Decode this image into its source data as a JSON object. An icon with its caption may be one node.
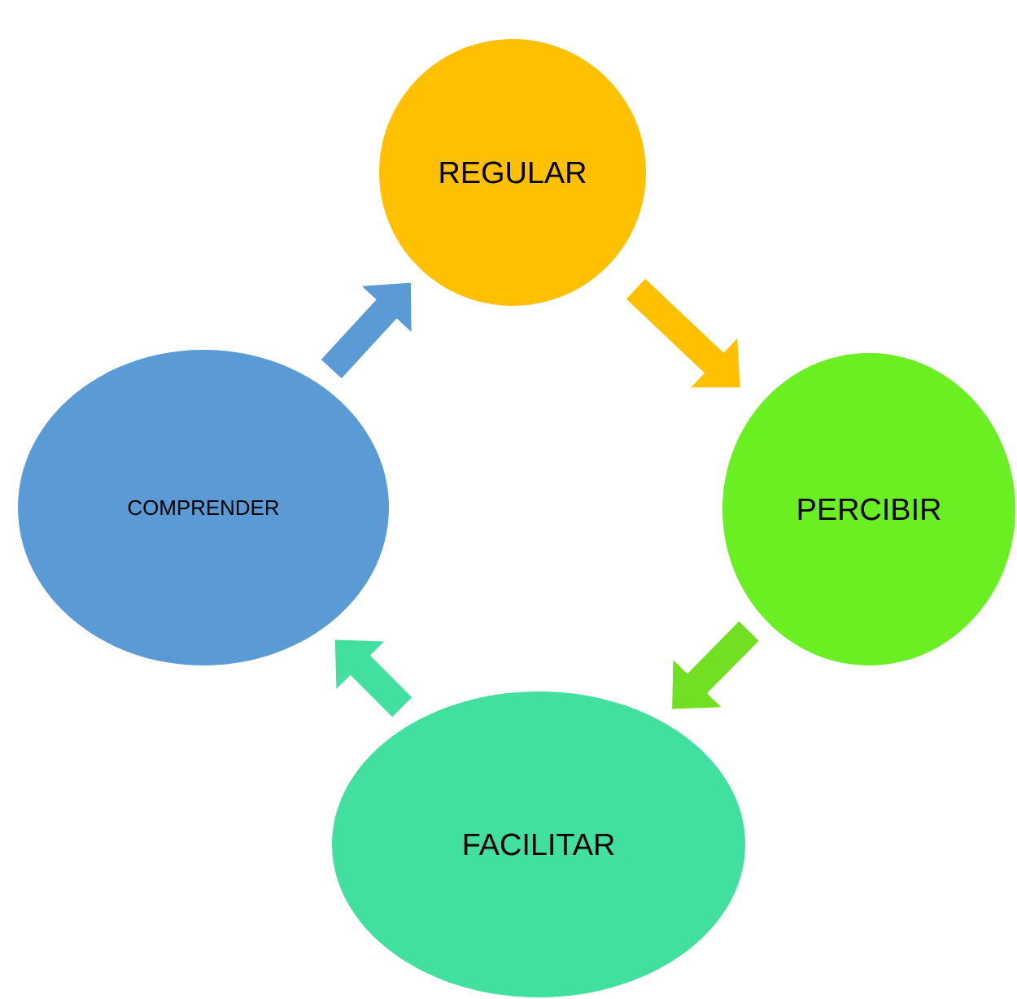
{
  "diagram": {
    "nodes": [
      {
        "text": [
          "REGULAR"
        ]
      },
      {
        "text": [
          "PERCIBIR"
        ]
      },
      {
        "text": [
          "FACILITAR"
        ]
      },
      {
        "text": [
          "COMPRENDER"
        ]
      }
    ],
    "edges": [
      {
        "from": 0,
        "to": 1,
        "arrow": "to",
        "color": "#ffc000"
      },
      {
        "from": 1,
        "to": 2,
        "arrow": "to",
        "color": "#70e020"
      },
      {
        "from": 2,
        "to": 3,
        "arrow": "to",
        "color": "#42e09e"
      },
      {
        "from": 3,
        "to": 0,
        "arrow": "to",
        "color": "#5b9bd5"
      }
    ]
  }
}
